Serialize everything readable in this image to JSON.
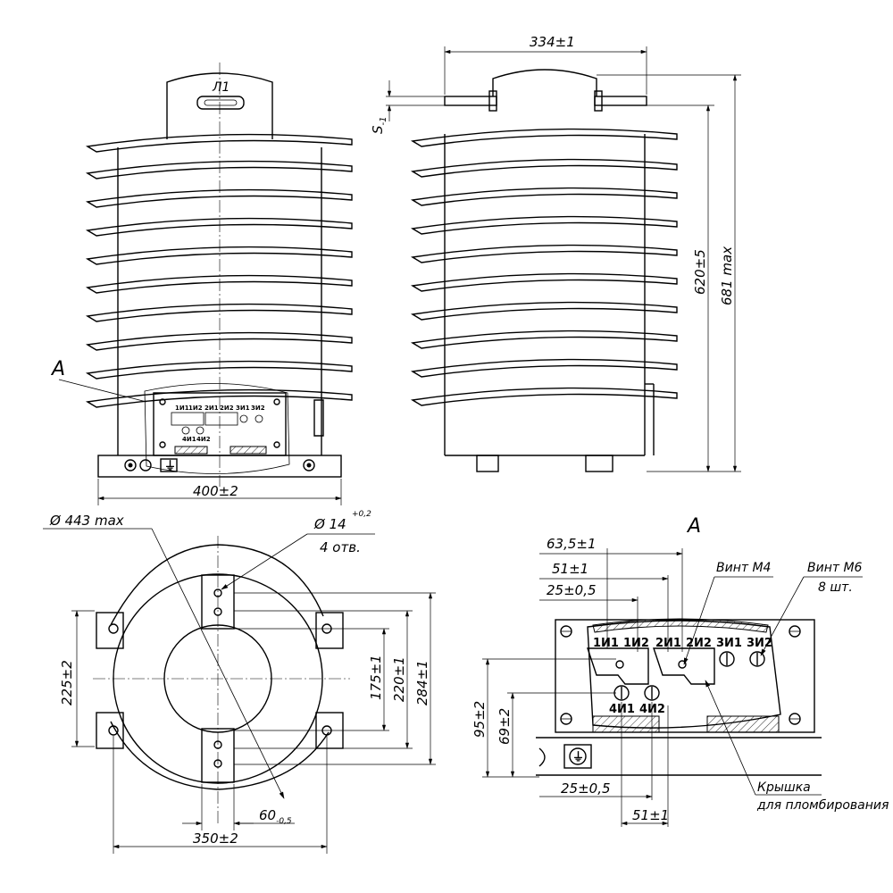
{
  "front_view": {
    "mark_l1": "Л1",
    "label_a": "A",
    "width_dim": "400±2",
    "terminal_labels_top": [
      "1И1",
      "1И2",
      "2И1",
      "2И2",
      "3И1",
      "3И2"
    ],
    "terminal_labels_bottom": [
      "4И1",
      "4И2"
    ]
  },
  "side_view": {
    "width_dim": "334±1",
    "s_label": "S",
    "s_sub": "-1",
    "height_dim": "620±5",
    "height_max": "681 max"
  },
  "plan_view": {
    "diameter_dim": "Ø 443 max",
    "hole_dim": "Ø 14",
    "hole_tol": "+0,2",
    "hole_count": "4 отв.",
    "dim_225": "225±2",
    "dim_175": "175±1",
    "dim_220": "220±1",
    "dim_284": "284±1",
    "dim_60": "60",
    "dim_60_tol": "-0,5",
    "dim_350": "350±2"
  },
  "detail_a": {
    "title": "A",
    "dim_635": "63,5±1",
    "dim_51_top": "51±1",
    "dim_25_top": "25±0,5",
    "screw_m4": "Винт М4",
    "screw_m6": "Винт М6",
    "screw_count": "8 шт.",
    "terminal_labels_top": [
      "1И1",
      "1И2",
      "2И1",
      "2И2",
      "3И1",
      "3И2"
    ],
    "terminal_labels_bottom": [
      "4И1",
      "4И2"
    ],
    "dim_95": "95±2",
    "dim_69": "69±2",
    "dim_25_bot": "25±0,5",
    "dim_51_bot": "51±1",
    "cover_label_1": "Крышка",
    "cover_label_2": "для пломбирования"
  }
}
